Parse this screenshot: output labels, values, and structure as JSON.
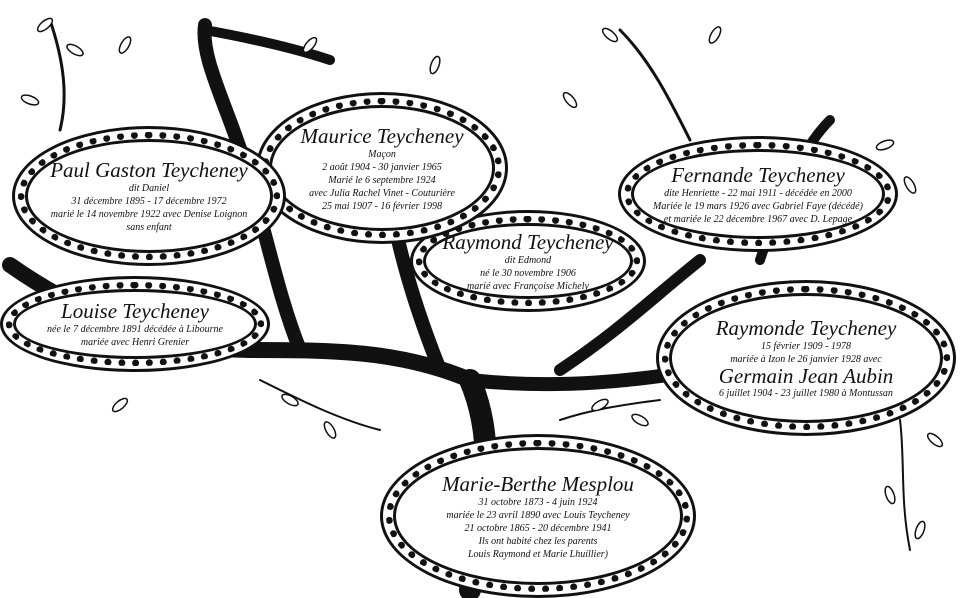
{
  "people": {
    "paul": {
      "name": "Paul Gaston Teycheney",
      "lines": [
        "dit Daniel",
        "31 décembre 1895 - 17 décembre 1972",
        "marié le 14 novembre 1922 avec Denise Loignon",
        "sans enfant"
      ]
    },
    "maurice": {
      "name": "Maurice Teycheney",
      "lines": [
        "Maçon",
        "2 août 1904 - 30 janvier 1965",
        "Marié le 6 septembre 1924",
        "avec Julia Rachel Vinet - Couturière",
        "25 mai 1907 - 16 février 1998"
      ]
    },
    "fernande": {
      "name": "Fernande Teycheney",
      "lines": [
        "dite Henriette - 22 mai 1911 - décédée en 2000",
        "Mariée le 19 mars 1926 avec Gabriel Faye (décédé)",
        "et mariée le 22 décembre 1967 avec D. Lepage"
      ]
    },
    "raymond": {
      "name": "Raymond Teycheney",
      "lines": [
        "dit Edmond",
        "né le 30 novembre 1906",
        "marié avec Françoise Michely"
      ]
    },
    "louise": {
      "name": "Louise Teycheney",
      "lines": [
        "née le 7 décembre 1891 décédée à Libourne",
        "mariée avec Henri Grenier"
      ]
    },
    "raymonde": {
      "name": "Raymonde Teycheney",
      "lines": [
        "15 février 1909 - 1978",
        "mariée à Izon le 26 janvier 1928 avec"
      ],
      "spouse": "Germain Jean Aubin",
      "spouse_line": "6 juillet 1904 - 23 juillet 1980 à Montussan"
    },
    "marie_berthe": {
      "name": "Marie-Berthe Mesplou",
      "lines": [
        "31 octobre 1873 - 4 juin 1924",
        "mariée le 23 avril 1890 avec Louis Teycheney",
        "21 octobre 1865 - 20 décembre 1941",
        "Ils ont habité chez les parents",
        "Louis Raymond et Marie Lhuillier)"
      ]
    }
  }
}
